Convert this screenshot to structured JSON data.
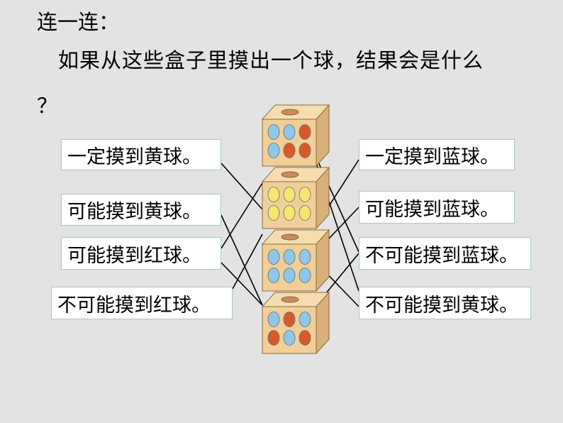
{
  "title": "连一连：",
  "question_line1": "如果从这些盒子里摸出一个球，结果会是什么",
  "question_line2": "？",
  "left_labels": [
    "一定摸到黄球。",
    "可能摸到黄球。",
    "可能摸到红球。",
    "不可能摸到红球。"
  ],
  "right_labels": [
    "一定摸到蓝球。",
    "可能摸到蓝球。",
    "不可能摸到蓝球。",
    "不可能摸到黄球。"
  ],
  "boxes": [
    {
      "name": "box-blue-red",
      "balls": [
        "blue",
        "blue",
        "red",
        "blue",
        "red",
        "red"
      ]
    },
    {
      "name": "box-yellow",
      "balls": [
        "yellow",
        "yellow",
        "yellow",
        "yellow",
        "yellow",
        "yellow"
      ]
    },
    {
      "name": "box-blue",
      "balls": [
        "blue",
        "blue",
        "blue",
        "blue",
        "blue",
        "blue"
      ]
    },
    {
      "name": "box-blue-red-2",
      "balls": [
        "blue",
        "red",
        "blue",
        "red",
        "blue",
        "red"
      ]
    }
  ],
  "colors": {
    "blue": "#8ec7e8",
    "red": "#d65a2b",
    "yellow": "#f4e770",
    "box_face": "#f1cf99",
    "box_top": "#f6ddb0",
    "box_side": "#d8b07a",
    "hole": "#c58c5d"
  }
}
